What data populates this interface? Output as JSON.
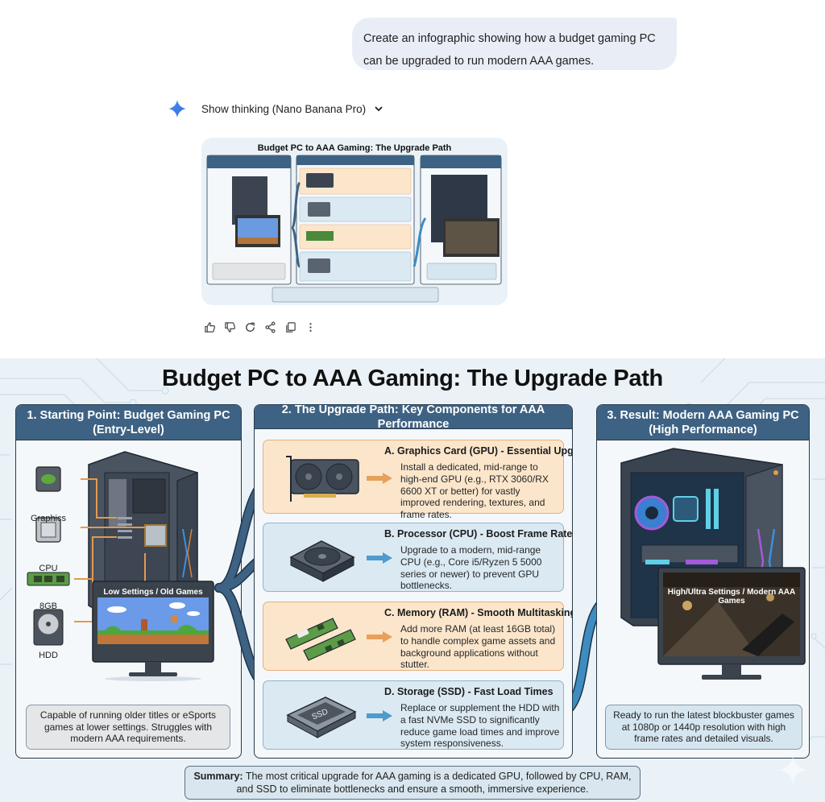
{
  "chat": {
    "user_prompt": "Create an infographic showing how a budget gaming PC can be upgraded to run modern AAA games.",
    "thinking_toggle_label": "Show thinking (Nano Banana Pro)",
    "actions": [
      {
        "name": "thumbs-up",
        "label": "Good response"
      },
      {
        "name": "thumbs-down",
        "label": "Bad response"
      },
      {
        "name": "redo",
        "label": "Redo"
      },
      {
        "name": "share",
        "label": "Share"
      },
      {
        "name": "copy",
        "label": "Copy"
      },
      {
        "name": "more",
        "label": "More options"
      }
    ]
  },
  "infographic": {
    "title": "Budget PC to AAA Gaming: The Upgrade Path",
    "colors": {
      "background": "#eaf2f8",
      "header": "#3e6283",
      "orange_card": "#fbe6cc",
      "blue_card": "#dbe9f3",
      "flow_arrow": "#3e6283"
    },
    "panel_start": {
      "heading_line1": "1. Starting Point: Budget Gaming PC",
      "heading_line2": "(Entry-Level)",
      "components": [
        "Graphics",
        "CPU",
        "8GB",
        "HDD"
      ],
      "monitor_caption": "Low Settings / Old Games",
      "description": "Capable of running older titles or eSports games at lower settings. Struggles with modern AAA requirements."
    },
    "panel_upgrade": {
      "heading": "2. The Upgrade Path: Key Components for AAA Performance",
      "cards": [
        {
          "title": "A. Graphics Card (GPU) - Essential Upgrade",
          "body": "Install a dedicated, mid-range to high-end GPU (e.g., RTX 3060/RX 6600 XT or better) for vastly improved rendering, textures, and frame rates.",
          "icon": "gpu-icon",
          "style": "orange"
        },
        {
          "title": "B. Processor (CPU) - Boost Frame Rates",
          "body": "Upgrade to a modern, mid-range CPU (e.g., Core i5/Ryzen 5 5000 series or newer) to prevent GPU bottlenecks.",
          "icon": "cpu-cooler-icon",
          "style": "blue"
        },
        {
          "title": "C. Memory (RAM) - Smooth Multitasking",
          "body": "Add more RAM (at least 16GB total) to handle complex game assets and background applications without stutter.",
          "icon": "ram-icon",
          "style": "orange"
        },
        {
          "title": "D. Storage (SSD) - Fast Load Times",
          "body": "Replace or supplement the HDD with a fast NVMe SSD to significantly reduce game load times and improve system responsiveness.",
          "icon": "ssd-icon",
          "ssd_label": "SSD",
          "style": "blue"
        }
      ]
    },
    "panel_result": {
      "heading_line1": "3. Result: Modern AAA Gaming PC",
      "heading_line2": "(High Performance)",
      "monitor_caption": "High/Ultra Settings / Modern AAA Games",
      "description": "Ready to run the latest blockbuster games at 1080p or 1440p resolution with high frame rates and detailed visuals."
    },
    "summary": {
      "label": "Summary:",
      "text": " The most critical upgrade for AAA gaming is a dedicated GPU, followed by CPU, RAM, and SSD to eliminate bottlenecks and ensure a smooth, immersive experience."
    }
  }
}
